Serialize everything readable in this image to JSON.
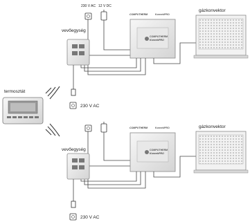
{
  "labels": {
    "thermostat": "termosztát",
    "receiver": "vevőegység",
    "convector": "gázkonvektor",
    "power_230": "230 V AC",
    "power_230_short": "230 V AC",
    "power_12": "12 V DC",
    "brand_a": "COMPUTHERM",
    "brand_b": "KonvekPRO"
  },
  "colors": {
    "line": "#444444",
    "device_fill": "#eeeeee",
    "device_stroke": "#888888"
  }
}
